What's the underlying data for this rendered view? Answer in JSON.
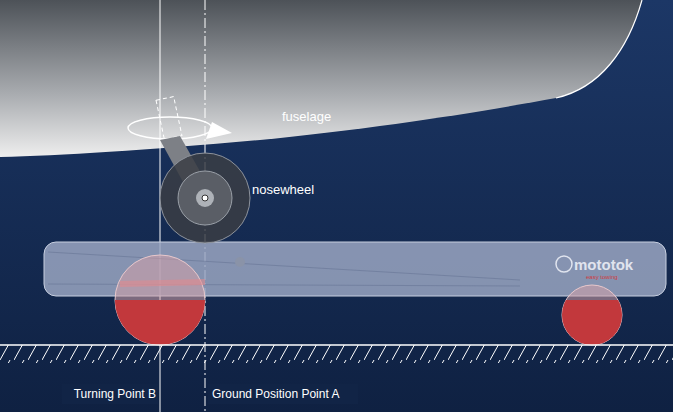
{
  "diagram": {
    "labels": [
      "fuselage",
      "nosewheel",
      "mototok",
      "easy towing",
      "Turning Point B",
      "Ground Position Point A"
    ]
  }
}
